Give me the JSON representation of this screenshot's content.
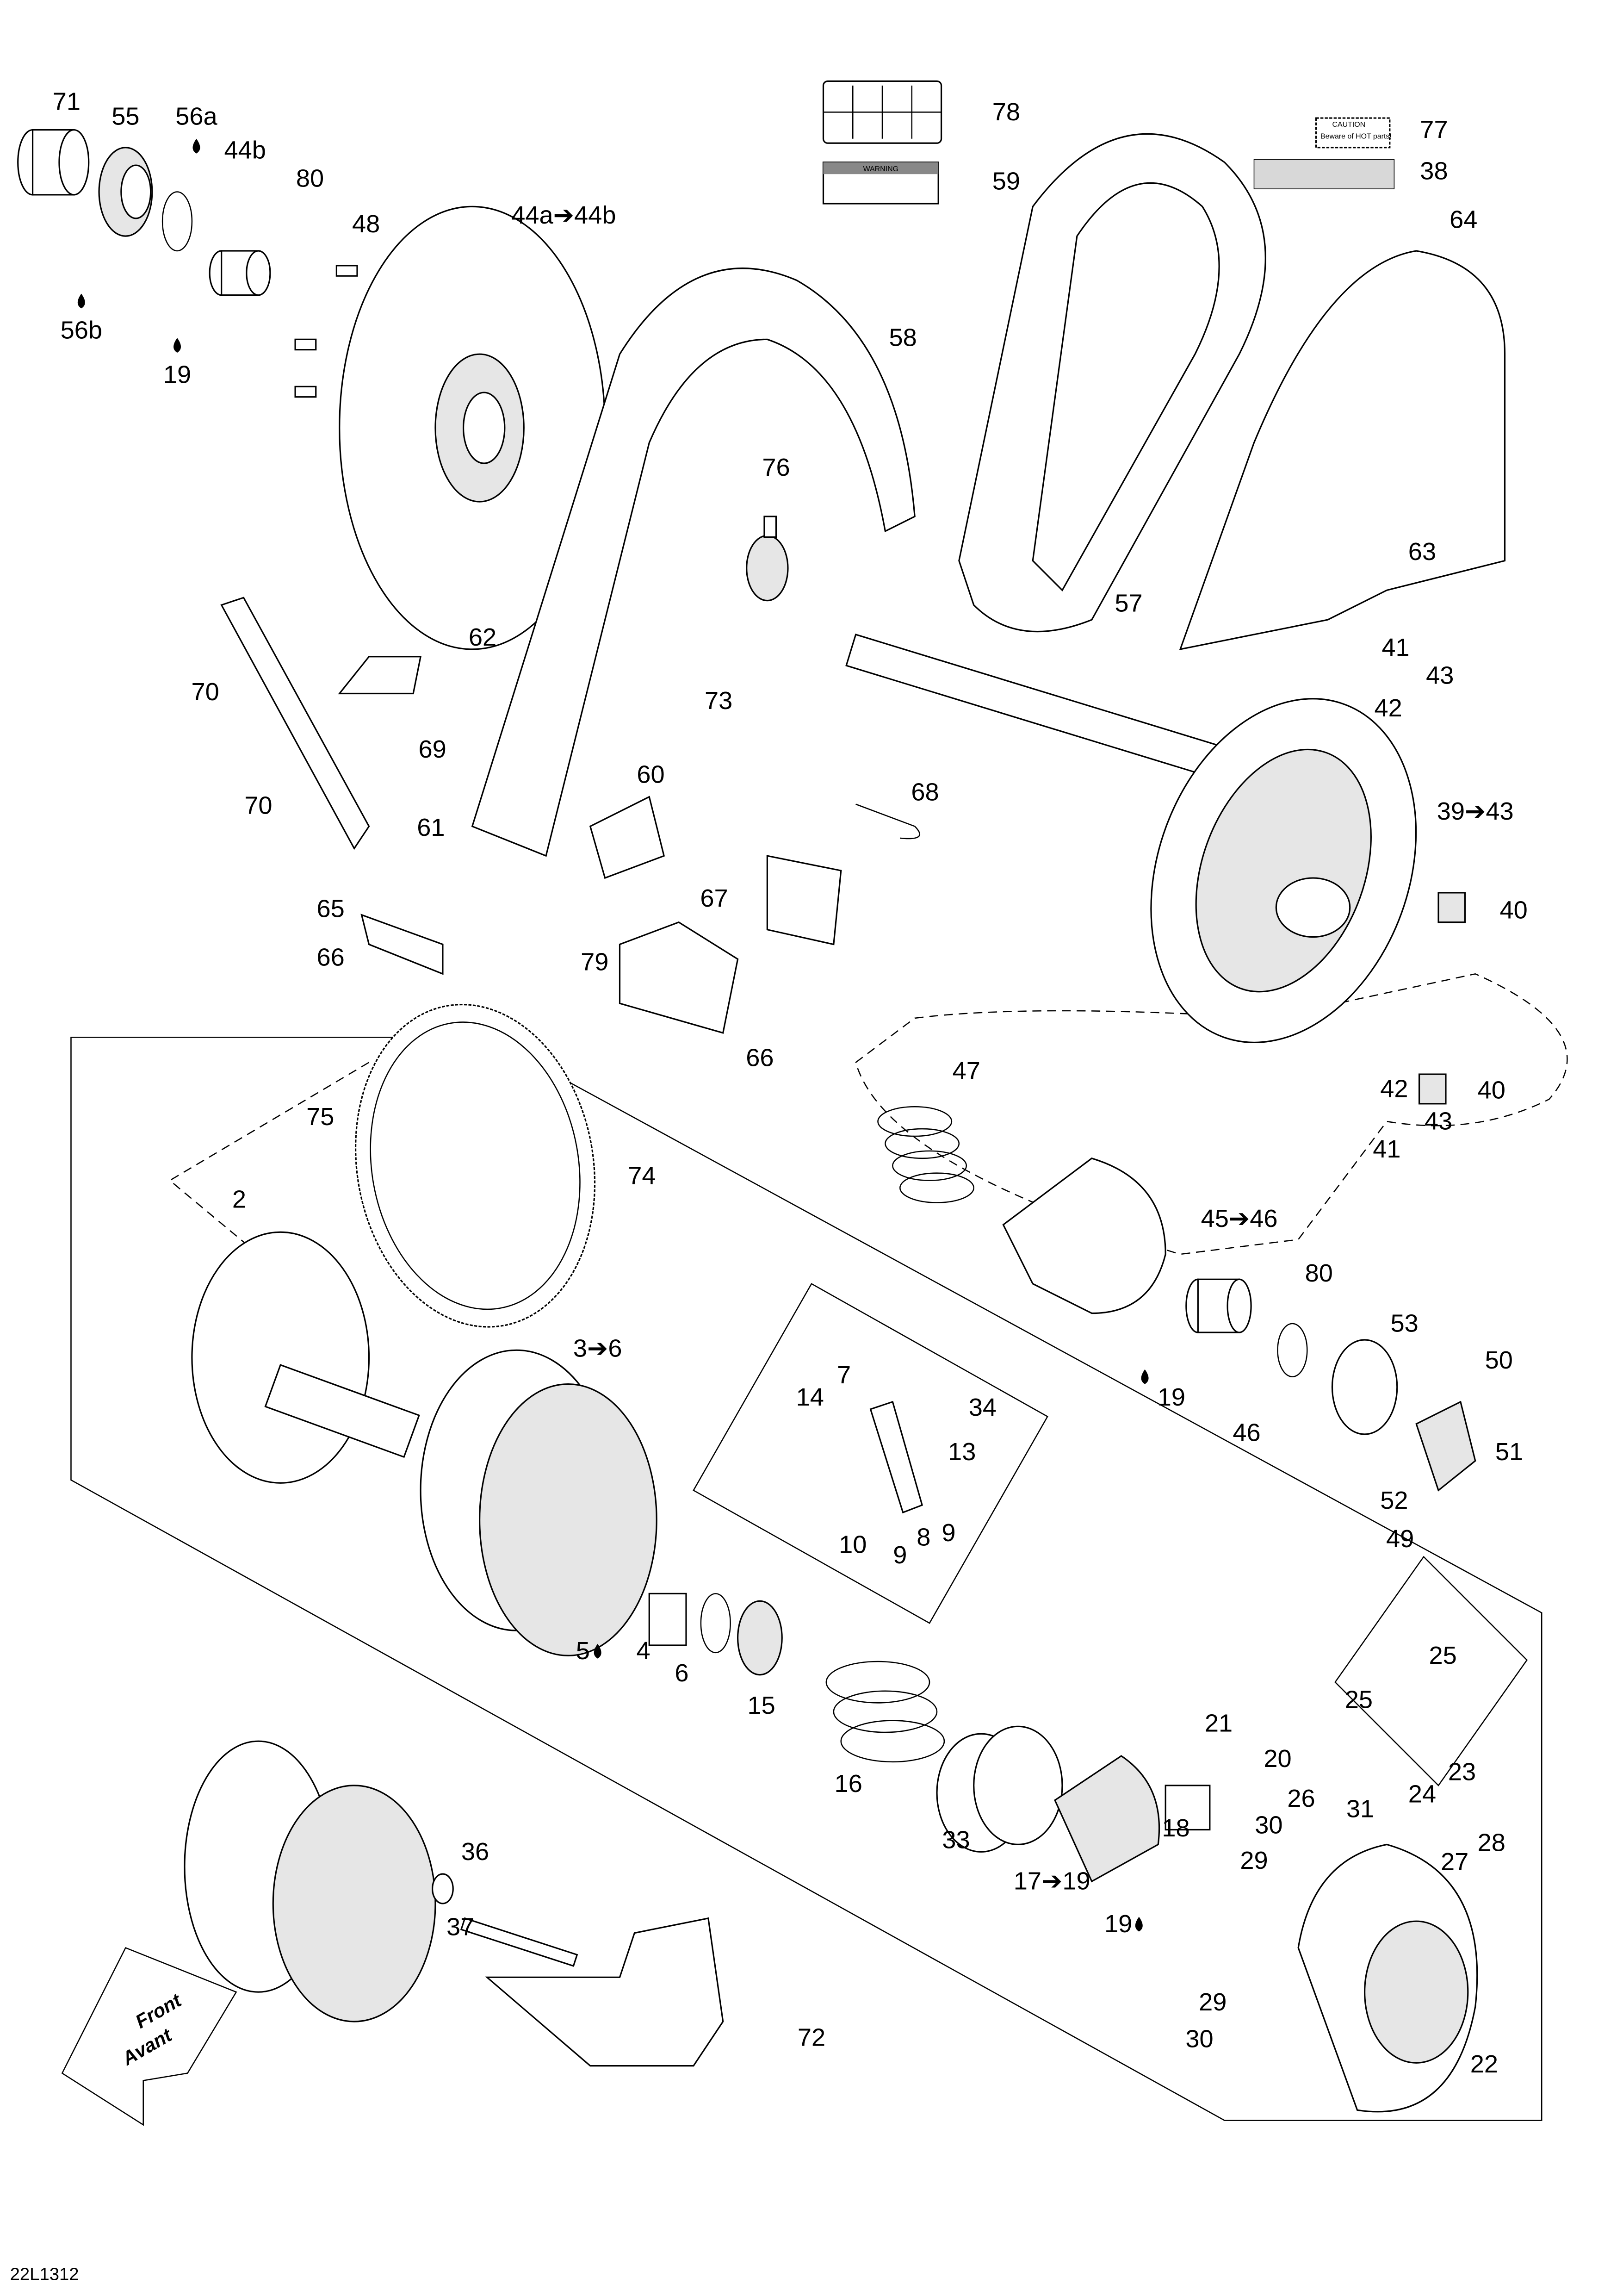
{
  "drawing_id": "22L1312",
  "front_arrow": {
    "line1": "Front",
    "line2": "Avant"
  },
  "decals": {
    "d59": {
      "heading": "WARNING"
    },
    "d77": {
      "heading": "CAUTION",
      "text": "Beware of HOT parts!"
    }
  },
  "callouts": [
    {
      "text": "71"
    },
    {
      "text": "55"
    },
    {
      "text": "56a",
      "drop": true
    },
    {
      "text": "44b"
    },
    {
      "text": "80"
    },
    {
      "text": "56b",
      "drop": true
    },
    {
      "text": "19",
      "drop": true
    },
    {
      "text": "48"
    },
    {
      "text": "44a➔44b"
    },
    {
      "text": "78"
    },
    {
      "text": "59"
    },
    {
      "text": "77"
    },
    {
      "text": "38"
    },
    {
      "text": "64"
    },
    {
      "text": "58"
    },
    {
      "text": "76"
    },
    {
      "text": "73"
    },
    {
      "text": "57"
    },
    {
      "text": "63"
    },
    {
      "text": "41"
    },
    {
      "text": "43"
    },
    {
      "text": "42"
    },
    {
      "text": "62"
    },
    {
      "text": "70"
    },
    {
      "text": "69"
    },
    {
      "text": "70"
    },
    {
      "text": "60"
    },
    {
      "text": "61"
    },
    {
      "text": "68"
    },
    {
      "text": "39➔43"
    },
    {
      "text": "65"
    },
    {
      "text": "67"
    },
    {
      "text": "66"
    },
    {
      "text": "79"
    },
    {
      "text": "66"
    },
    {
      "text": "40"
    },
    {
      "text": "47"
    },
    {
      "text": "42"
    },
    {
      "text": "43"
    },
    {
      "text": "40"
    },
    {
      "text": "41"
    },
    {
      "text": "75"
    },
    {
      "text": "74"
    },
    {
      "text": "2"
    },
    {
      "text": "45➔46"
    },
    {
      "text": "80"
    },
    {
      "text": "53"
    },
    {
      "text": "50"
    },
    {
      "text": "3➔6"
    },
    {
      "text": "7"
    },
    {
      "text": "14"
    },
    {
      "text": "34"
    },
    {
      "text": "13"
    },
    {
      "text": "19",
      "drop": true
    },
    {
      "text": "46"
    },
    {
      "text": "51"
    },
    {
      "text": "52"
    },
    {
      "text": "10"
    },
    {
      "text": "9"
    },
    {
      "text": "8"
    },
    {
      "text": "9"
    },
    {
      "text": "49"
    },
    {
      "text": "5",
      "drop": true
    },
    {
      "text": "4"
    },
    {
      "text": "6"
    },
    {
      "text": "15"
    },
    {
      "text": "25"
    },
    {
      "text": "25"
    },
    {
      "text": "21"
    },
    {
      "text": "20"
    },
    {
      "text": "23"
    },
    {
      "text": "24"
    },
    {
      "text": "26"
    },
    {
      "text": "16"
    },
    {
      "text": "31"
    },
    {
      "text": "36"
    },
    {
      "text": "30"
    },
    {
      "text": "18"
    },
    {
      "text": "33"
    },
    {
      "text": "28"
    },
    {
      "text": "27"
    },
    {
      "text": "29"
    },
    {
      "text": "17➔19"
    },
    {
      "text": "19",
      "drop": true
    },
    {
      "text": "37"
    },
    {
      "text": "29"
    },
    {
      "text": "72"
    },
    {
      "text": "30"
    },
    {
      "text": "22"
    }
  ]
}
